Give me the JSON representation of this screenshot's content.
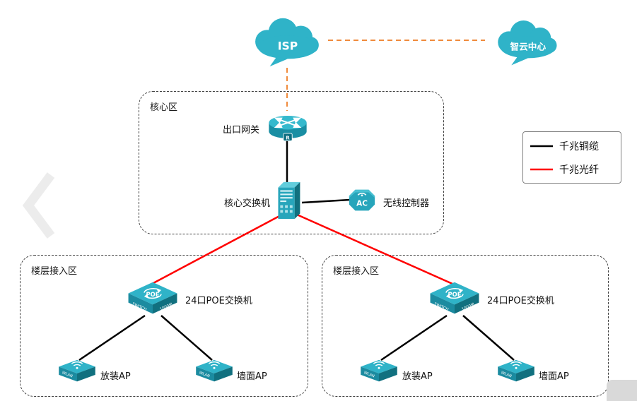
{
  "diagram": {
    "clouds": {
      "isp": {
        "label": "ISP"
      },
      "smart_cloud": {
        "label": "智云中心"
      }
    },
    "zones": {
      "core": {
        "label": "核心区"
      },
      "floor_left": {
        "label": "楼层接入区"
      },
      "floor_right": {
        "label": "楼层接入区"
      }
    },
    "nodes": {
      "gateway": {
        "label": "出口网关",
        "badge": "R"
      },
      "core_switch": {
        "label": "核心交换机"
      },
      "wireless_controller": {
        "label": "无线控制器",
        "icon_text": "AC"
      },
      "poe_left": {
        "label": "24口POE交换机",
        "icon_text": "POE",
        "front_left": "SWITCH",
        "front_right": "1000M"
      },
      "poe_right": {
        "label": "24口POE交换机",
        "icon_text": "POE",
        "front_left": "SWITCH",
        "front_right": "1000M"
      },
      "ap_left_ceiling": {
        "label": "放装AP",
        "icon_text": "WLAN"
      },
      "ap_left_wall": {
        "label": "墙面AP",
        "icon_text": "WLAN"
      },
      "ap_right_ceiling": {
        "label": "放装AP",
        "icon_text": "WLAN"
      },
      "ap_right_wall": {
        "label": "墙面AP",
        "icon_text": "WLAN"
      }
    },
    "legend": {
      "copper": {
        "label": "千兆铜缆",
        "color": "#000000"
      },
      "fiber": {
        "label": "千兆光纤",
        "color": "#ff0000"
      }
    },
    "links": {
      "wan_color": "#f08b3c",
      "copper_color": "#000000",
      "fiber_color": "#ff0000"
    },
    "colors": {
      "device_teal": "#2fb3c8",
      "device_teal_dark": "#11707f"
    }
  }
}
